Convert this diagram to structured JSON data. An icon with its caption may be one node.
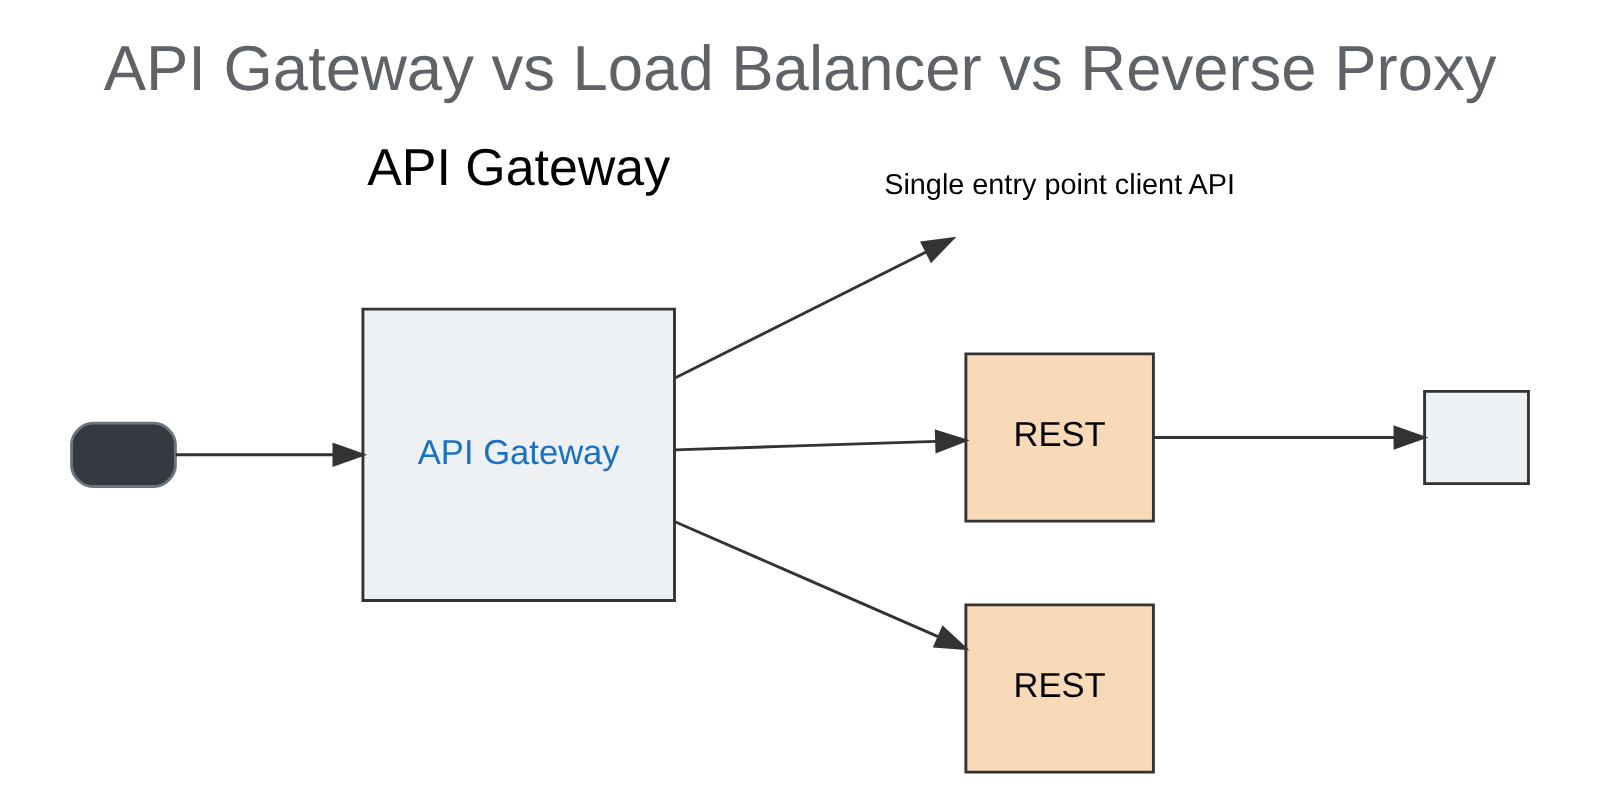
{
  "diagram": {
    "title": "API Gateway vs Load Balancer vs Reverse Proxy",
    "nodes": [
      {
        "text": [],
        "shape": "box"
      },
      {
        "text": [
          "API Gateway"
        ]
      },
      {
        "text": [
          "REST"
        ]
      },
      {
        "text": [],
        "shape": "box"
      },
      {
        "text": [
          "REST"
        ]
      },
      {
        "text": [
          "Single entry point client API"
        ]
      }
    ],
    "edges": [
      {
        "from": 0,
        "to": 1,
        "arrow": "to"
      },
      {
        "from": 1,
        "to": 2,
        "arrow": "to"
      },
      {
        "from": 2,
        "to": 3,
        "arrow": "to"
      },
      {
        "from": 1,
        "to": 4,
        "arrow": "to"
      },
      {
        "from": 1,
        "to": 5,
        "arrow": "to"
      }
    ],
    "labels": [
      "API Gateway"
    ]
  }
}
